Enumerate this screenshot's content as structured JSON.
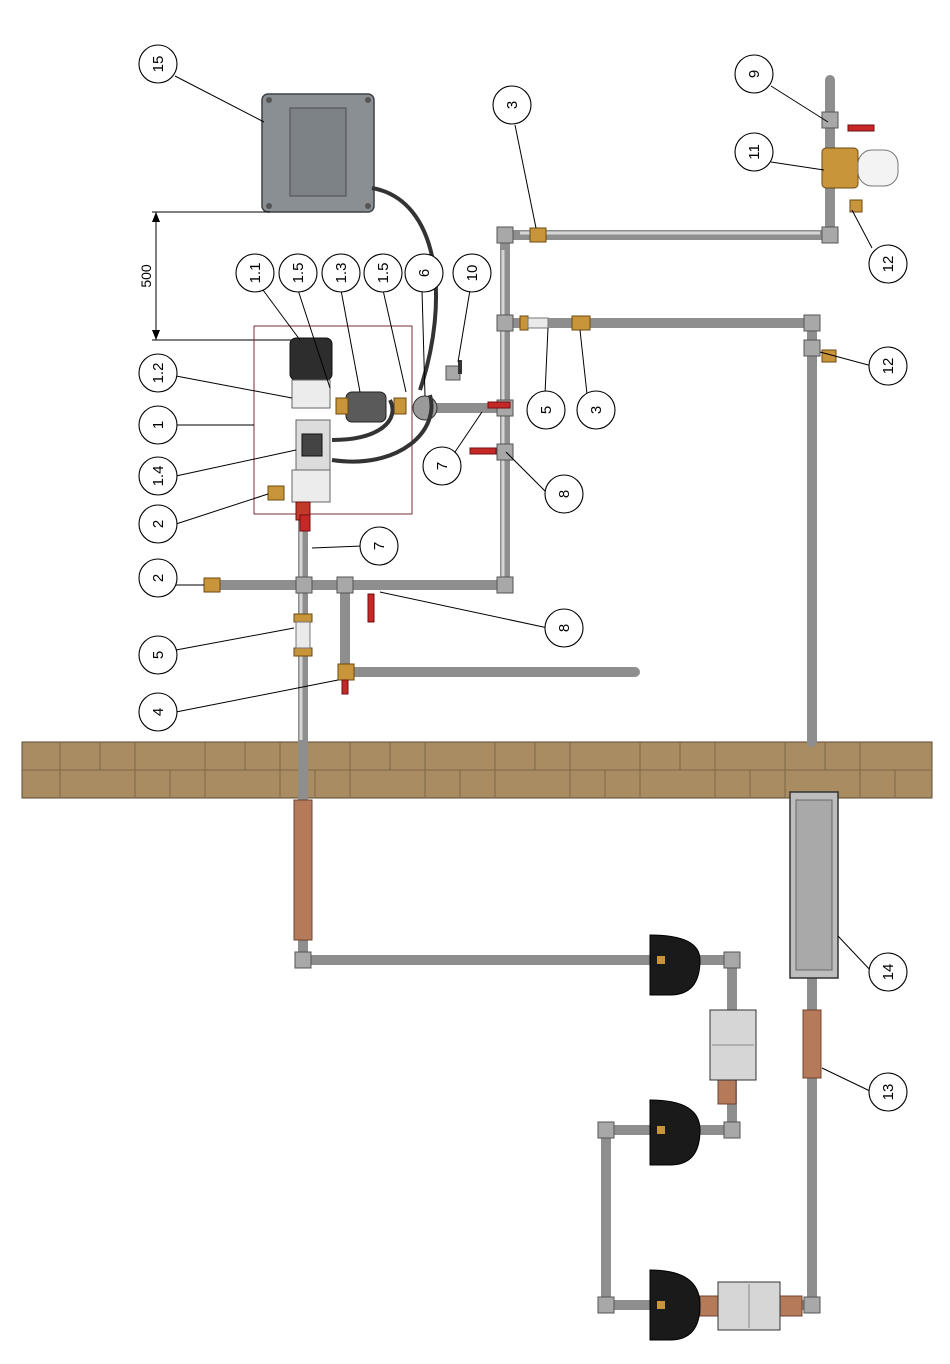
{
  "dimension": {
    "value": "500"
  },
  "callouts": [
    {
      "id": "c-15",
      "label": "15"
    },
    {
      "id": "c-9",
      "label": "9"
    },
    {
      "id": "c-11",
      "label": "11"
    },
    {
      "id": "c-3a",
      "label": "3"
    },
    {
      "id": "c-12a",
      "label": "12"
    },
    {
      "id": "c-1-1",
      "label": "1.1"
    },
    {
      "id": "c-1-5a",
      "label": "1.5"
    },
    {
      "id": "c-1-3",
      "label": "1.3"
    },
    {
      "id": "c-1-5b",
      "label": "1.5"
    },
    {
      "id": "c-6",
      "label": "6"
    },
    {
      "id": "c-10",
      "label": "10"
    },
    {
      "id": "c-1-2",
      "label": "1.2"
    },
    {
      "id": "c-1",
      "label": "1"
    },
    {
      "id": "c-1-4",
      "label": "1.4"
    },
    {
      "id": "c-2a",
      "label": "2"
    },
    {
      "id": "c-5a",
      "label": "5"
    },
    {
      "id": "c-3b",
      "label": "3"
    },
    {
      "id": "c-12b",
      "label": "12"
    },
    {
      "id": "c-7a",
      "label": "7"
    },
    {
      "id": "c-8a",
      "label": "8"
    },
    {
      "id": "c-7b",
      "label": "7"
    },
    {
      "id": "c-2b",
      "label": "2"
    },
    {
      "id": "c-8b",
      "label": "8"
    },
    {
      "id": "c-5b",
      "label": "5"
    },
    {
      "id": "c-4",
      "label": "4"
    },
    {
      "id": "c-14",
      "label": "14"
    },
    {
      "id": "c-13",
      "label": "13"
    }
  ],
  "colors": {
    "pipe": "#8e8e8e",
    "brass": "#c9953a",
    "valve_handle": "#c62828",
    "wall": "#a98c62",
    "copper": "#b57a5a",
    "panel": "#8a8f94"
  }
}
